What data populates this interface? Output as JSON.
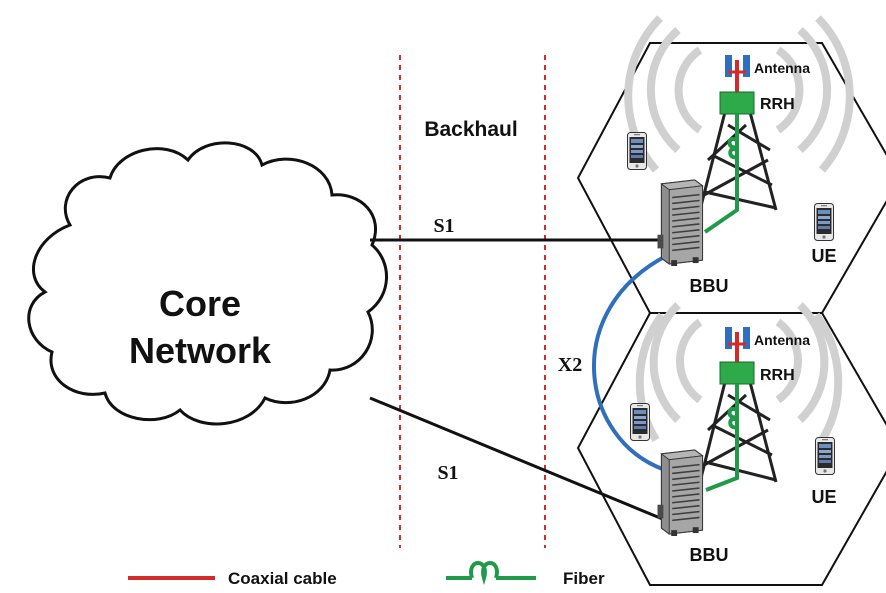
{
  "cloud": {
    "line1": "Core",
    "line2": "Network"
  },
  "backhaul_label": "Backhaul",
  "links": {
    "s1_top": "S1",
    "s1_bottom": "S1",
    "x2": "X2"
  },
  "cells": [
    {
      "antenna_label": "Antenna",
      "rrh_label": "RRH",
      "bbu_label": "BBU",
      "ue_label": "UE"
    },
    {
      "antenna_label": "Antenna",
      "rrh_label": "RRH",
      "bbu_label": "BBU",
      "ue_label": "UE"
    }
  ],
  "legend": {
    "coaxial": "Coaxial cable",
    "fiber": "Fiber"
  },
  "colors": {
    "coaxial": "#d42a2a",
    "fiber": "#1e9a48",
    "x2_link": "#2f6fbe",
    "rrh": "#2eaa4a",
    "divider": "#d42a2a"
  }
}
